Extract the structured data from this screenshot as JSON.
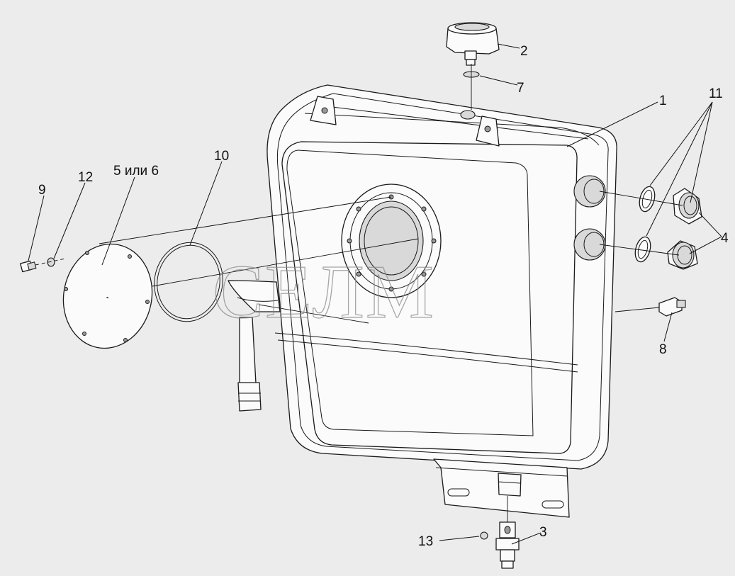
{
  "watermark": "СЕЛМ",
  "callouts": {
    "c1": "1",
    "c2": "2",
    "c3": "3",
    "c4": "4",
    "c5or6": "5 или 6",
    "c7": "7",
    "c8": "8",
    "c9": "9",
    "c10": "10",
    "c11": "11",
    "c12": "12",
    "c13": "13"
  }
}
